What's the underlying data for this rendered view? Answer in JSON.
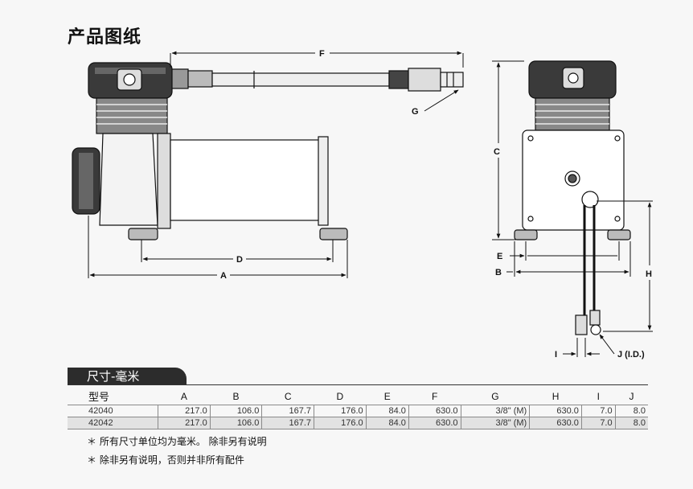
{
  "page_title": "产品图纸",
  "labels": {
    "F": "F",
    "G": "G",
    "C": "C",
    "D": "D",
    "A": "A",
    "E": "E",
    "B": "B",
    "H": "H",
    "I": "I",
    "J": "J (I.D.)"
  },
  "section_title": "尺寸-毫米",
  "table": {
    "headers": [
      "型号",
      "A",
      "B",
      "C",
      "D",
      "E",
      "F",
      "G",
      "H",
      "I",
      "J"
    ],
    "rows": [
      [
        "42040",
        "217.0",
        "106.0",
        "167.7",
        "176.0",
        "84.0",
        "630.0",
        "3/8\" (M)",
        "630.0",
        "7.0",
        "8.0"
      ],
      [
        "42042",
        "217.0",
        "106.0",
        "167.7",
        "176.0",
        "84.0",
        "630.0",
        "3/8\" (M)",
        "630.0",
        "7.0",
        "8.0"
      ]
    ]
  },
  "notes": [
    "＊ 所有尺寸单位均为毫米。  除非另有说明",
    "＊ 除非另有说明，否则并非所有配件"
  ]
}
